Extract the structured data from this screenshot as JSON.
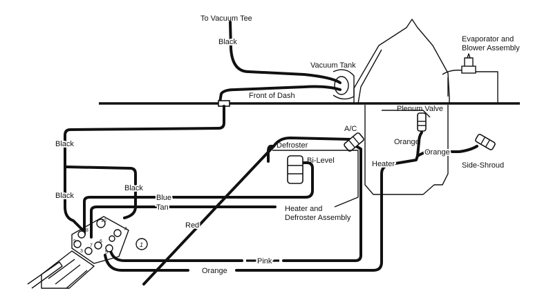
{
  "labels": {
    "to_vacuum_tee": "To Vacuum Tee",
    "black_top": "Black",
    "vacuum_tank": "Vacuum Tank",
    "front_of_dash": "Front of Dash",
    "evaporator_line1": "Evaporator and",
    "evaporator_line2": "Blower Assembly",
    "plenum_valve": "Plenum Valve",
    "ac": "A/C",
    "defroster": "Defroster",
    "bi_level": "Bi-Level",
    "orange_plenum": "Orange",
    "orange_side": "Orange",
    "side_shroud": "Side-Shroud",
    "heater": "Heater",
    "black_left_1": "Black",
    "black_left_2": "Black",
    "black_mid": "Black",
    "blue": "Blue",
    "tan": "Tan",
    "heater_defroster_line1": "Heater and",
    "heater_defroster_line2": "Defroster Assembly",
    "red": "Red",
    "pink": "Pink",
    "orange_bottom": "Orange",
    "callout_1": "1",
    "port_8": "8",
    "port_10": "10",
    "port_a": "A",
    "port_9": "9",
    "port_7": "7",
    "port_3": "3",
    "port_5": "5",
    "port_6": "6"
  }
}
